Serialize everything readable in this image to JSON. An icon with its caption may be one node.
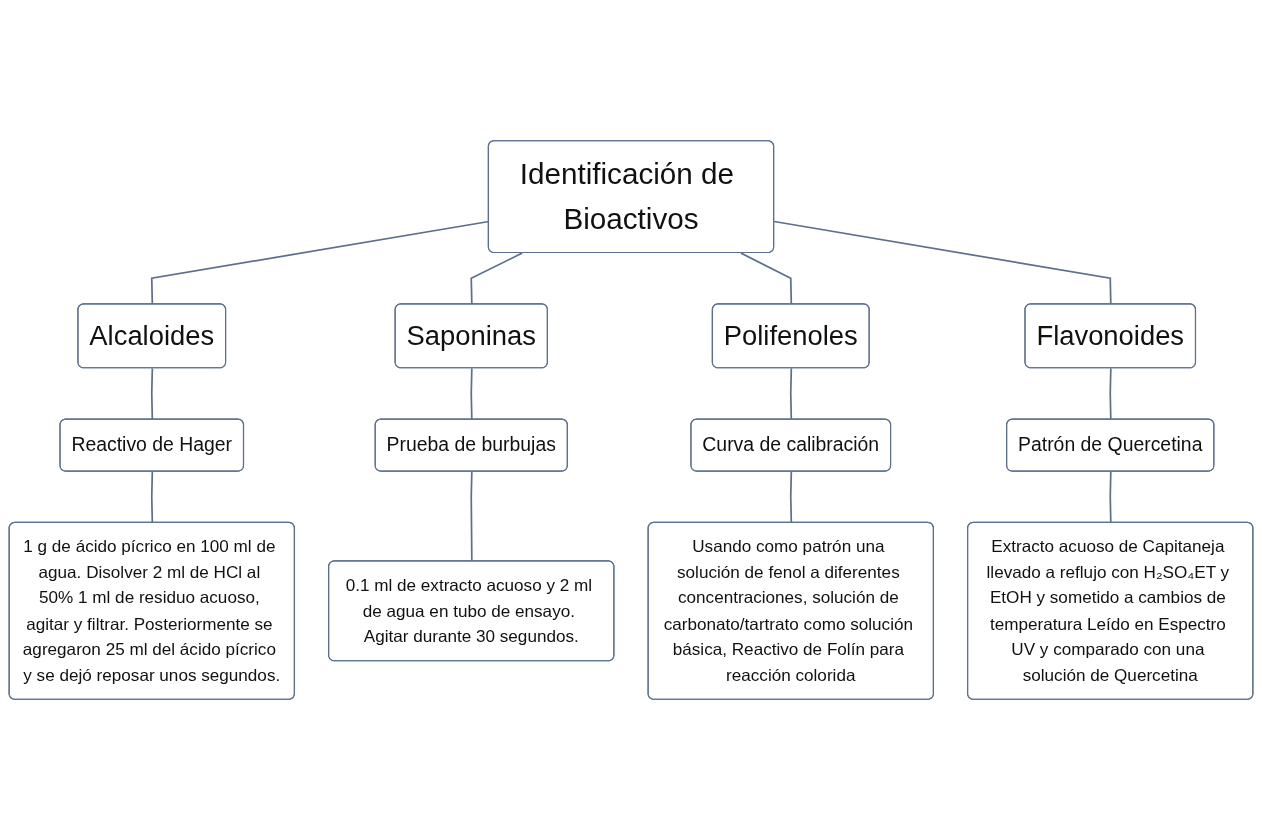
{
  "diagram": {
    "nodes": [
      {
        "text": [
          "Identificación de Bioactivos"
        ]
      },
      {
        "text": [
          "Alcaloides"
        ]
      },
      {
        "text": [
          "Saponinas"
        ]
      },
      {
        "text": [
          "Polifenoles"
        ]
      },
      {
        "text": [
          "Flavonoides"
        ]
      },
      {
        "text": [
          "Reactivo de Hager"
        ]
      },
      {
        "text": [
          "Prueba de burbujas"
        ]
      },
      {
        "text": [
          "Curva de calibración"
        ]
      },
      {
        "text": [
          "Patrón de Quercetina"
        ]
      },
      {
        "text": [
          "1 g de ácido pícrico en 100 ml de agua. Disolver 2 ml de HCl al 50% 1 ml de residuo acuoso, agitar y filtrar. Posteriormente se agregaron 25 ml del ácido pícrico y se dejó reposar unos segundos."
        ]
      },
      {
        "text": [
          "0.1 ml de extracto acuoso y 2 ml de agua en tubo de ensayo. Agitar durante 30 segundos."
        ]
      },
      {
        "text": [
          "Usando como patrón una solución de fenol a diferentes concentraciones, solución de carbonato/tartrato como solución básica, Reactivo de Folín para reacción colorida"
        ]
      },
      {
        "text": [
          "Extracto acuoso de Capitaneja llevado a reflujo con H₂SO₄ET y EtOH y sometido a cambios de temperatura Leído en Espectro UV y comparado con una solución de Quercetina"
        ]
      }
    ],
    "edges": [
      {
        "from": 0,
        "to": 1,
        "arrow": "none"
      },
      {
        "from": 0,
        "to": 2,
        "arrow": "none"
      },
      {
        "from": 0,
        "to": 3,
        "arrow": "none"
      },
      {
        "from": 0,
        "to": 4,
        "arrow": "none"
      },
      {
        "from": 1,
        "to": 5,
        "arrow": "none"
      },
      {
        "from": 2,
        "to": 6,
        "arrow": "none"
      },
      {
        "from": 3,
        "to": 7,
        "arrow": "none"
      },
      {
        "from": 4,
        "to": 8,
        "arrow": "none"
      },
      {
        "from": 5,
        "to": 9,
        "arrow": "none"
      },
      {
        "from": 6,
        "to": 10,
        "arrow": "none"
      },
      {
        "from": 7,
        "to": 11,
        "arrow": "none"
      },
      {
        "from": 8,
        "to": 12,
        "arrow": "none"
      }
    ]
  }
}
